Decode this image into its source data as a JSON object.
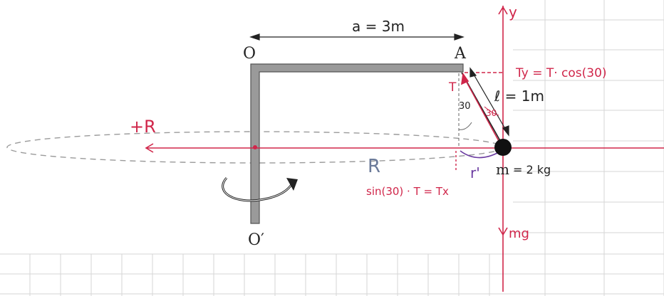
{
  "labels": {
    "O": "O",
    "A": "A",
    "O_prime": "O′",
    "m": "m",
    "a": "a = 3m",
    "y": "y",
    "Ty": "Ty = T· cos(30)",
    "T": "T",
    "l": "ℓ = 1m",
    "angle1": "30",
    "angle2": "30",
    "plusR": "+R",
    "R": "R",
    "r_prime": "r'",
    "mass": "= 2 kg",
    "Tx": "sin(30) · T = Tx",
    "mg": "mg"
  },
  "colors": {
    "grid": "#d6d6d6",
    "frame": "#6b6b6b",
    "red": "#d0264a",
    "purple": "#6a3aa0",
    "blue_gray": "#6b7a99",
    "dark": "#1a1a1a"
  }
}
